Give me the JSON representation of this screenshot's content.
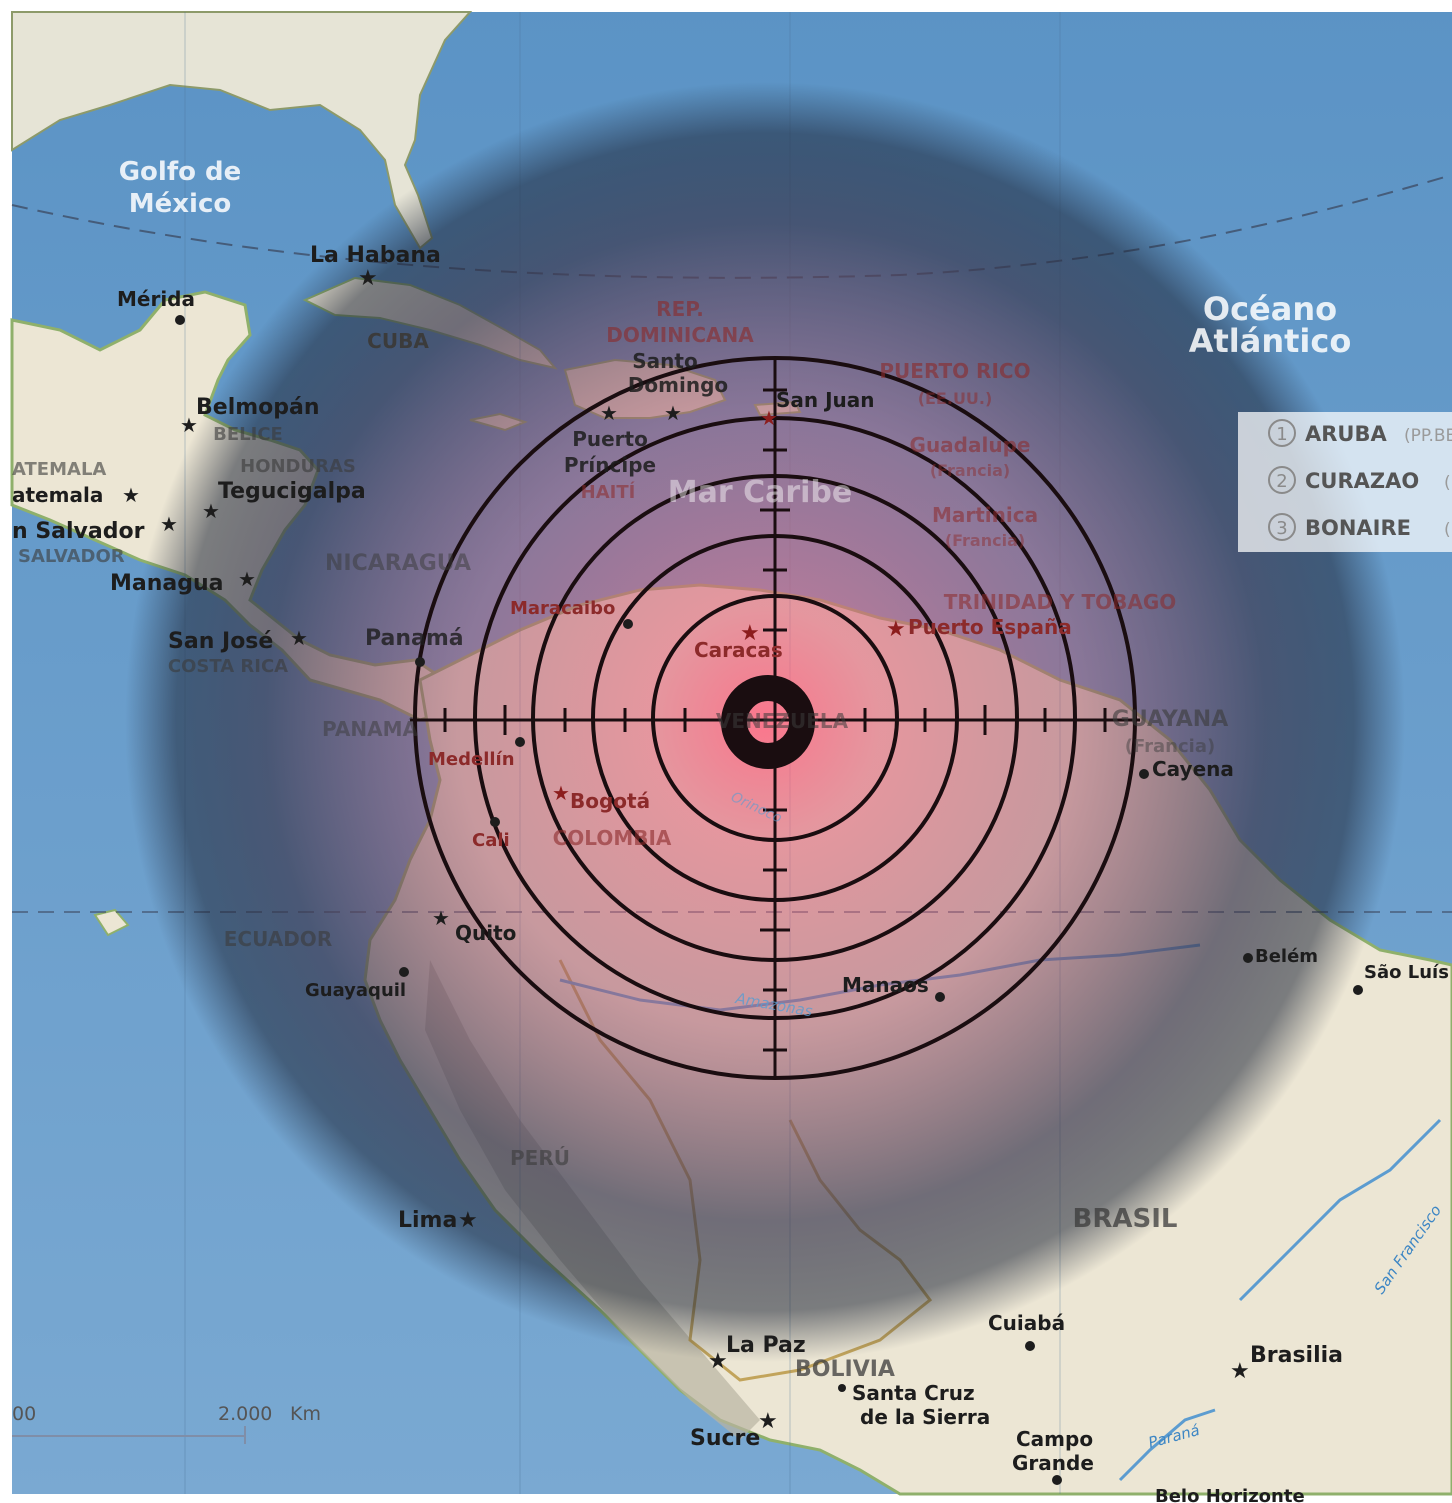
{
  "map": {
    "oceans": {
      "gulf_line1": "Golfo de",
      "gulf_line2": "México",
      "atlantic_line1": "Océano",
      "atlantic_line2": "Atlántico",
      "caribbean": "Mar Caribe"
    },
    "countries": {
      "cuba": "CUBA",
      "rep_line1": "REP.",
      "rep_line2": "DOMINICANA",
      "puerto_rico": "PUERTO RICO",
      "puerto_rico_note": "(EE.UU.)",
      "haiti": "HAITÍ",
      "belice": "BELICE",
      "guatemala": "ATEMALA",
      "honduras": "HONDURAS",
      "salvador": "SALVADOR",
      "nicaragua": "NICARAGUA",
      "costa_rica": "COSTA RICA",
      "panama": "PANAMÁ",
      "venezuela": "VENEZUELA",
      "colombia": "COLOMBIA",
      "ecuador": "ECUADOR",
      "peru": "PERÚ",
      "brasil": "BRASIL",
      "bolivia": "BOLIVIA",
      "guayana": "GUAYANA",
      "guayana_note": "(Francia)",
      "guadalupe": "Guadalupe",
      "guadalupe_note": "(Francia)",
      "martinica": "Martinica",
      "martinica_note": "(Francia)",
      "trinidad": "TRINIDAD Y TOBAGO"
    },
    "cities": {
      "habana": "La Habana",
      "merida": "Mérida",
      "belmopan": "Belmopán",
      "guatemala_city": "atemala",
      "tegucigalpa": "Tegucigalpa",
      "san_salvador": "n Salvador",
      "managua": "Managua",
      "san_jose": "San José",
      "panama_city": "Panamá",
      "santo_line1": "Santo",
      "santo_line2": "Domingo",
      "puerto_line1": "Puerto",
      "puerto_line2": "Príncipe",
      "san_juan": "San Juan",
      "maracaibo": "Maracaibo",
      "caracas": "Caracas",
      "puerto_espana": "Puerto España",
      "medellin": "Medellín",
      "bogota": "Bogotá",
      "cali": "Cali",
      "quito": "Quito",
      "guayaquil": "Guayaquil",
      "manaos": "Manaos",
      "cayena": "Cayena",
      "belem": "Belém",
      "sao_luis": "São Luís",
      "lima": "Lima",
      "la_paz": "La Paz",
      "sucre": "Sucre",
      "santa_line1": "Santa Cruz",
      "santa_line2": "de la Sierra",
      "cuiaba": "Cuiabá",
      "campo_line1": "Campo",
      "campo_line2": "Grande",
      "brasilia": "Brasilia",
      "belo": "Belo Horizonte"
    },
    "rivers": {
      "amazonas": "Amazonas",
      "orinoco": "Orinoco",
      "san_francisco": "San Francisco",
      "parana": "Paraná"
    },
    "legend": {
      "items": [
        {
          "num": "1",
          "name": "ARUBA",
          "note": "(PP.BB.)"
        },
        {
          "num": "2",
          "name": "CURAZAO",
          "note": "(PP.BB.)"
        },
        {
          "num": "3",
          "name": "BONAIRE",
          "note": "(PP.BB.)"
        }
      ]
    },
    "scale": {
      "start_label": "00",
      "end_label": "2.000",
      "unit": "Km"
    },
    "colors": {
      "ocean": "#5d95c7",
      "land": "#ece5d2",
      "target_center": "#e46b7e",
      "target_edge": "#1d2540",
      "rings": "#1a0d10"
    }
  }
}
